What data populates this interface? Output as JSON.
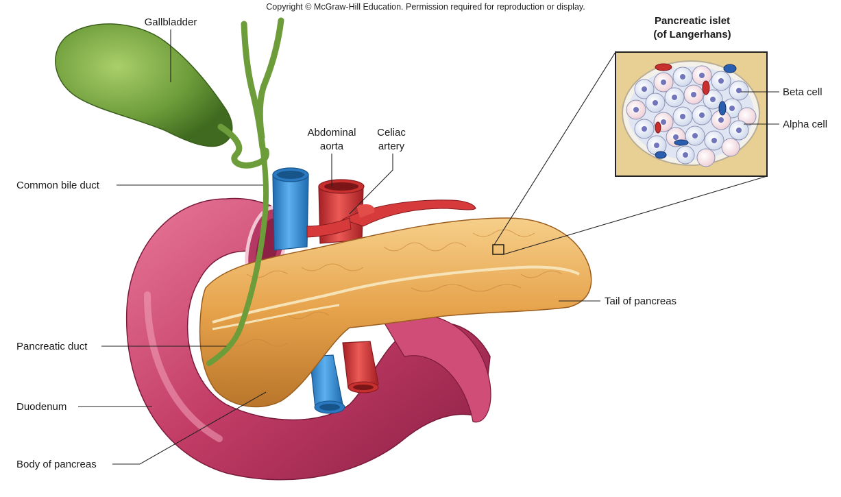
{
  "copyright": "Copyright © McGraw-Hill Education. Permission required for reproduction or display.",
  "inset": {
    "title_line1": "Pancreatic islet",
    "title_line2": "(of Langerhans)",
    "labels": {
      "beta_cell": "Beta cell",
      "alpha_cell": "Alpha cell"
    }
  },
  "labels": {
    "gallbladder": "Gallbladder",
    "common_bile_duct": "Common bile duct",
    "abdominal_aorta_line1": "Abdominal",
    "abdominal_aorta_line2": "aorta",
    "celiac_artery_line1": "Celiac",
    "celiac_artery_line2": "artery",
    "tail_of_pancreas": "Tail of pancreas",
    "pancreatic_duct": "Pancreatic duct",
    "duodenum": "Duodenum",
    "body_of_pancreas": "Body of pancreas"
  },
  "colors": {
    "gallbladder": "#6d9c3a",
    "duodenum": "#c23c66",
    "pancreas": "#e6a24a",
    "vein": "#3b8fd1",
    "artery": "#d63a3a",
    "inset_bg": "#e8cf94"
  }
}
